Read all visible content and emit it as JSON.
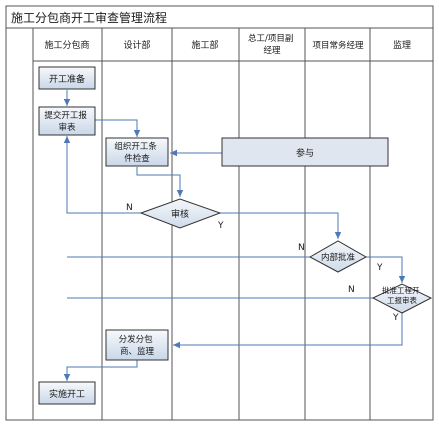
{
  "title": "施工分包商开工审查管理流程",
  "lanes": [
    "施工分包商",
    "设计部",
    "施工部",
    "总工/项目副经理",
    "项目常务经理",
    "监理"
  ],
  "nodes": {
    "start_prep": "开工准备",
    "submit_report": "提交开工报审表",
    "organize_check": "组织开工条件检查",
    "participate": "参与",
    "review": "审核",
    "internal_approval": "内部批准",
    "supervisor_approval": "批准工程开工报审表",
    "distribute": "分发分包商、监理",
    "implement": "实施开工"
  },
  "edge_labels": {
    "review_no": "N",
    "review_yes": "Y",
    "internal_no": "N",
    "internal_yes": "Y",
    "supervisor_no": "N",
    "supervisor_yes": "Y"
  },
  "colors": {
    "lane_header_bg": "#ffffff",
    "process_fill_top": "#f7f9fc",
    "process_fill_bottom": "#c9d7e8",
    "participate_fill": "#dfe6ef",
    "decision_fill": "#e6edf6",
    "line": "#4f79b4",
    "border": "#555555"
  }
}
